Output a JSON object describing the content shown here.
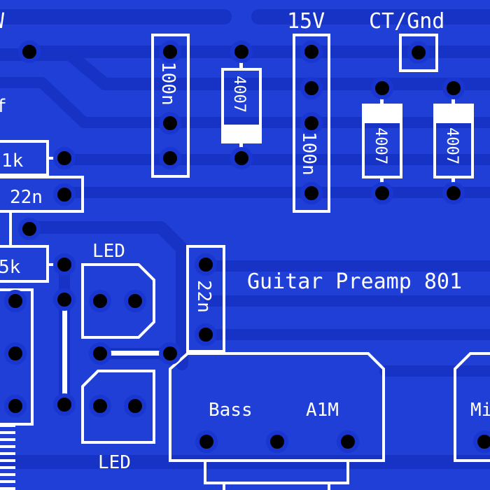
{
  "colors": {
    "board": "#1f3fd6",
    "trace": "#1733c6",
    "silkscreen": "#ffffff",
    "pad_ring": "#1a36d0",
    "drill": "#000000"
  },
  "labels": {
    "edge_w": "W",
    "v15": "15V",
    "ct_gnd": "CT/Gnd",
    "cap_100n_left": "100n",
    "diode_1": "4007",
    "cap_100n_right": "100n",
    "diode_2": "4007",
    "diode_3": "4007",
    "edge_f": "f",
    "res_1k": "1k",
    "cap_22n_left": "22n",
    "res_5k": "5k",
    "led_top": "LED",
    "led_bottom": "LED",
    "cap_22n_mid": "22n",
    "title": "Guitar Preamp 801",
    "pot_bass": "Bass",
    "pot_value": "A1M",
    "pot_right_partial": "Mi"
  }
}
